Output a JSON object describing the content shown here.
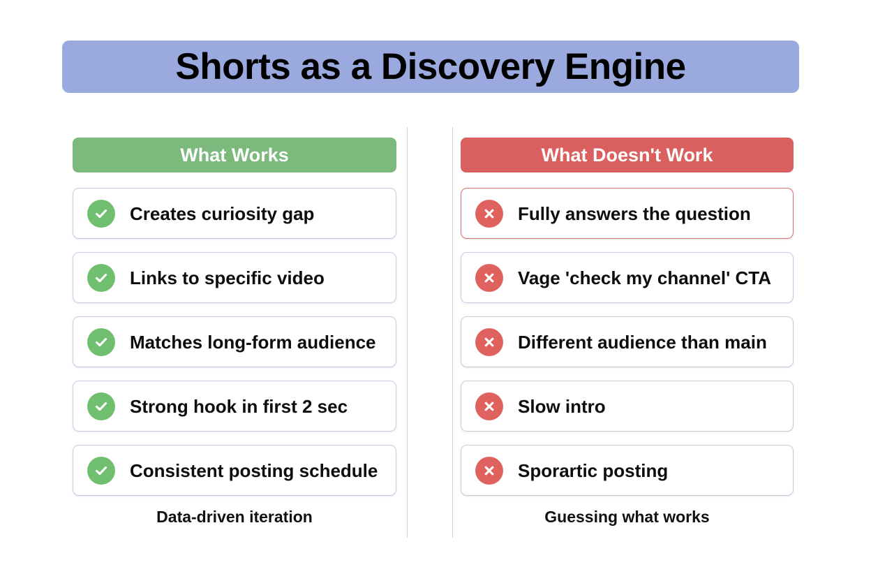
{
  "title": {
    "text": "Shorts as a Discovery Engine",
    "background_color": "#9aaade",
    "text_color": "#000000"
  },
  "columns": [
    {
      "id": "what-works",
      "header": "What Works",
      "header_color": "#7cb97c",
      "icon": "check-circle-icon",
      "icon_color": "#6fbf6f",
      "items": [
        {
          "label": "Creates curiosity gap",
          "border_color": "#c3cbe8"
        },
        {
          "label": "Links to specific video",
          "border_color": "#c3cbe8"
        },
        {
          "label": "Matches long-form audience",
          "border_color": "#c3cbe8"
        },
        {
          "label": "Strong hook in first 2 sec",
          "border_color": "#c3cbe8"
        },
        {
          "label": "Consistent posting schedule",
          "border_color": "#c3cbe8"
        }
      ],
      "footer": "Data-driven iteration"
    },
    {
      "id": "what-doesnt-work",
      "header": "What Doesn't Work",
      "header_color": "#d9605e",
      "icon": "cross-circle-icon",
      "icon_color": "#e0625f",
      "items": [
        {
          "label": "Fully answers the question",
          "border_color": "#d9706d"
        },
        {
          "label": "Vage 'check my channel' CTA",
          "border_color": "#c3cbe8"
        },
        {
          "label": "Different audience than main",
          "border_color": "#c8ccd8"
        },
        {
          "label": "Slow intro",
          "border_color": "#c8ccd8"
        },
        {
          "label": "Sporartic posting",
          "border_color": "#c8ccd8"
        }
      ],
      "footer": "Guessing what works"
    }
  ],
  "divider_color": "#c9cde0",
  "background_color": "#ffffff"
}
